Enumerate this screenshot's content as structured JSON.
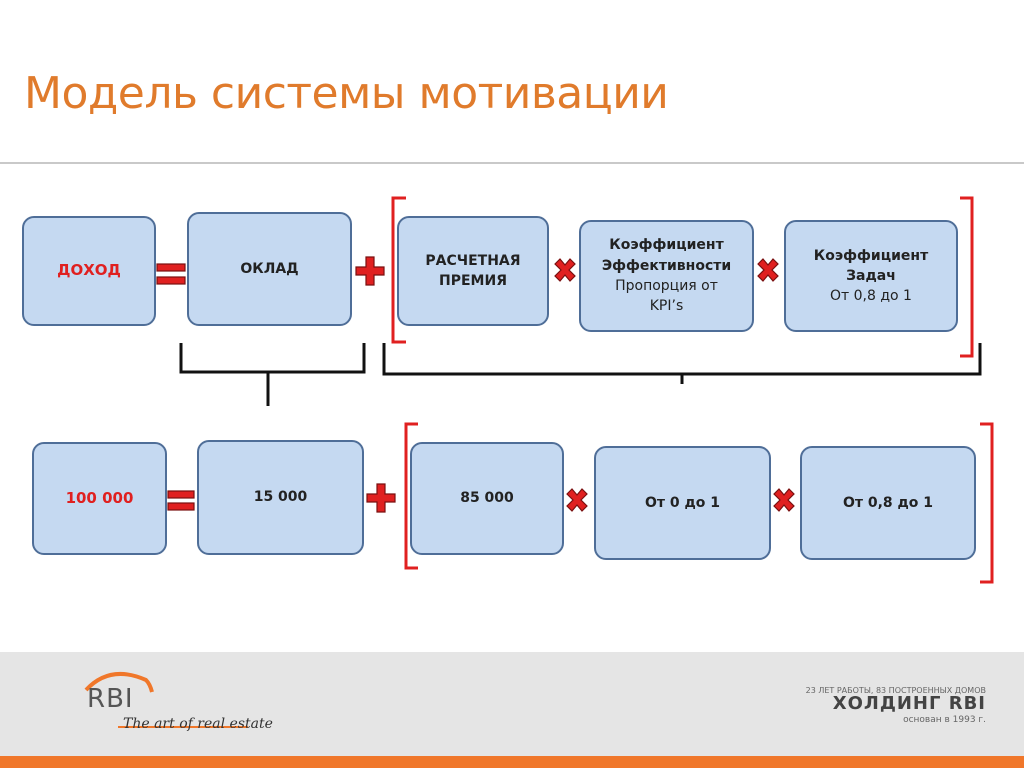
{
  "title": "Модель системы мотивации",
  "row1": {
    "income": "ДОХОД",
    "salary": "ОКЛАД",
    "bonus_line1": "РАСЧЕТНАЯ",
    "bonus_line2": "ПРЕМИЯ",
    "eff_line1": "Коэффициент",
    "eff_line2": "Эффективности",
    "eff_line3": "Пропорция от",
    "eff_line4": "KPI’s",
    "task_line1": "Коэффициент",
    "task_line2": "Задач",
    "task_line3": "От 0,8 до 1"
  },
  "row2": {
    "income": "100 000",
    "salary": "15 000",
    "bonus": "85 000",
    "eff": "От 0 до 1",
    "task": "От 0,8 до 1"
  },
  "footer": {
    "logo": "RBI",
    "tagline": "The art of real estate",
    "holding_small": "23 ЛЕТ РАБОТЫ, 83 ПОСТРОЕННЫХ ДОМОВ",
    "holding_name": "ХОЛДИНГ RBI",
    "holding_sub": "основан в 1993 г."
  },
  "colors": {
    "accent": "#e07b2c",
    "box_fill": "#c5d9f1",
    "box_border": "#4f6e98",
    "operator_red": "#e02020"
  }
}
